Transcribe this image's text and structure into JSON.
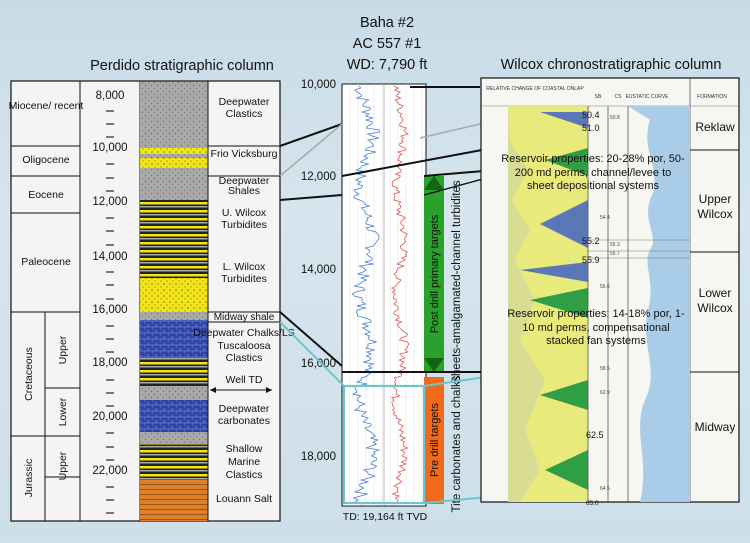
{
  "perdido": {
    "title": "Perdido stratigraphic column",
    "epochs": [
      "Miocene/ recent",
      "Oligocene",
      "Eocene",
      "Paleocene",
      "Cretaceous",
      "Jurassic"
    ],
    "subdivisions": [
      "Upper",
      "Lower",
      "Upper"
    ],
    "depth_ticks": [
      "8,000",
      "10,000",
      "12,000",
      "14,000",
      "16,000",
      "18,000",
      "20,000",
      "22,000"
    ],
    "units": [
      "Deepwater Clastics",
      "Frio Vicksburg",
      "Deepwater Shales",
      "U. Wilcox Turbidites",
      "L. Wilcox Turbidites",
      "Midway shale",
      "Deepwater Chalks/LS",
      "Tuscaloosa Clastics",
      "Well TD",
      "Deepwater carbonates",
      "Shallow Marine Clastics",
      "Louann Salt"
    ]
  },
  "well": {
    "title_lines": [
      "Baha #2",
      "AC 557 #1",
      "WD: 7,790 ft"
    ],
    "depth_ticks": [
      "10,000",
      "12,000",
      "14,000",
      "16,000",
      "18,000"
    ],
    "td_label": "TD: 19,164 ft TVD",
    "post_drill_label": "Post drill primary targets",
    "pre_drill_label": "Pre drill targets",
    "sheets_label": "Sheets-amalgamated-channel turbidites",
    "tite_label": "Tite carbonates and chalks",
    "colors": {
      "green": "#2aa12a",
      "orange": "#ef6a1a",
      "cyan": "#6cc6cf"
    }
  },
  "wilcox": {
    "title": "Wilcox chronostratigraphic column",
    "headers": [
      "RELATIVE CHANGE OF COASTAL ONLAP",
      "SB",
      "CS",
      "EUSTATIC CURVE",
      "FORMATION"
    ],
    "formations": [
      "Reklaw",
      "Upper Wilcox",
      "Lower Wilcox",
      "Midway"
    ],
    "ages": [
      "50.4",
      "51.0",
      "55.2",
      "55.9",
      "62.5",
      "65.0"
    ],
    "small_ages": [
      "50.8",
      "54.4",
      "55.3",
      "55.7",
      "56.6",
      "58.5",
      "62.9",
      "64.5"
    ],
    "reservoir_upper": "Reservoir properties: 20-28% por, 50-200 md perms, channel/levee to sheet depositional systems",
    "reservoir_lower": "Reservoir properties: 14-18% por, 1-10 md perms, compensational stacked fan systems"
  }
}
